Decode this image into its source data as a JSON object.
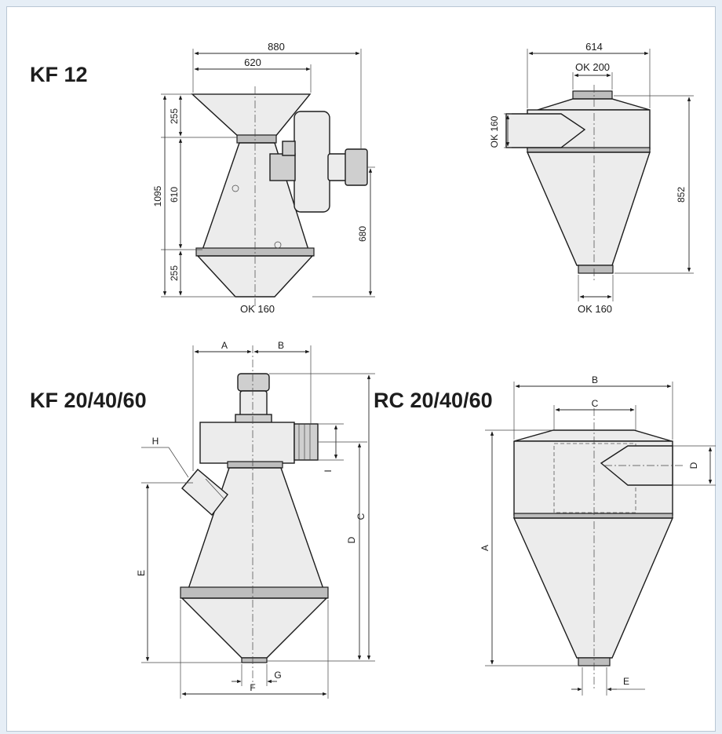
{
  "titles": {
    "kf12": "KF 12",
    "kf204060": "KF 20/40/60",
    "rc204060": "RC 20/40/60"
  },
  "kf12_side": {
    "dim_total_width": "880",
    "dim_hopper_width": "620",
    "dim_top_cone": "255",
    "dim_middle": "610",
    "dim_bottom_cone": "255",
    "dim_total_height": "1095",
    "dim_inlet_height": "680",
    "outlet_label": "OK 160"
  },
  "kf12_front": {
    "dim_width": "614",
    "top_outlet_label": "OK 200",
    "inlet_label": "OK 160",
    "dim_height": "852",
    "bottom_outlet_label": "OK 160"
  },
  "kf_large": {
    "label_a": "A",
    "label_b": "B",
    "label_c": "C",
    "label_d": "D",
    "label_e": "E",
    "label_f": "F",
    "label_g": "G",
    "label_h": "H",
    "label_i": "I"
  },
  "rc_large": {
    "label_a": "A",
    "label_b": "B",
    "label_c": "C",
    "label_d": "D",
    "label_e": "E"
  },
  "colors": {
    "background": "#e6eef6",
    "sheet": "#ffffff",
    "body_fill": "#ececec",
    "line": "#1c1c1c"
  }
}
